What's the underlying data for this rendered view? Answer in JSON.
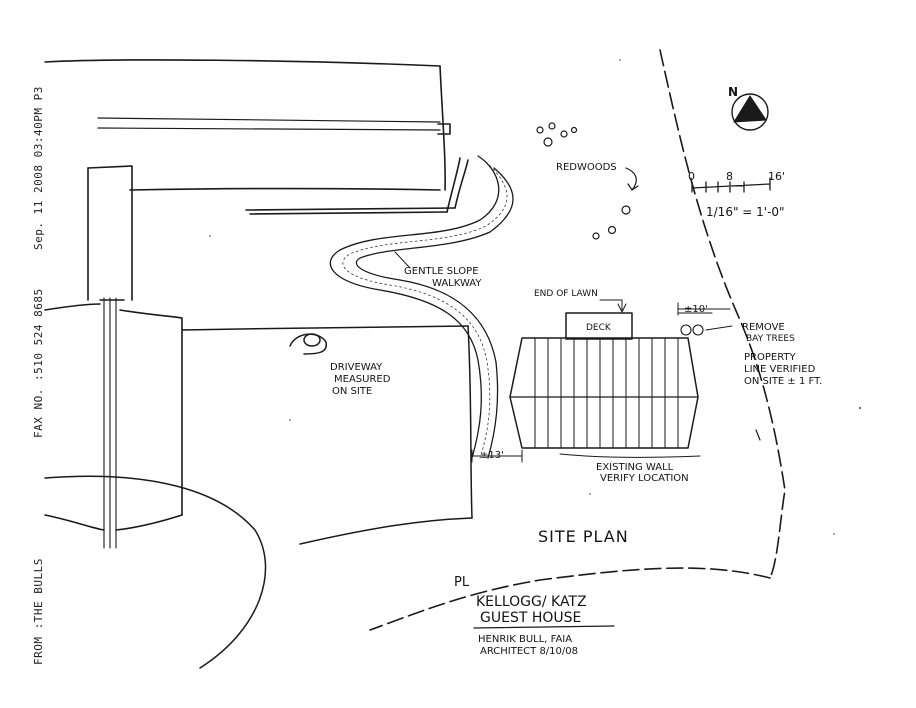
{
  "fax_header": {
    "date_line": "Sep. 11 2008 03:40PM P3",
    "fax_number": "FAX NO. :510 524 8685",
    "from": "FROM :THE BULLS"
  },
  "labels": {
    "redwoods": "REDWOODS",
    "gentle_slope_1": "GENTLE SLOPE",
    "gentle_slope_2": "WALKWAY",
    "end_of_lawn": "END OF LAWN",
    "deck": "DECK",
    "remove_1": "REMOVE",
    "remove_2": "BAY TREES",
    "property_1": "PROPERTY",
    "property_2": "LINE VERIFIED",
    "property_3": "ON SITE ± 1 FT.",
    "driveway_1": "DRIVEWAY",
    "driveway_2": "MEASURED",
    "driveway_3": "ON SITE",
    "existing_wall_1": "EXISTING WALL",
    "existing_wall_2": "VERIFY LOCATION",
    "dim_10": "±10'",
    "dim_13": "±13'",
    "site_plan": "SITE PLAN"
  },
  "scale_bar": {
    "ticks": [
      "0",
      "8",
      "16'"
    ],
    "ratio": "1/16\" = 1'-0\""
  },
  "north_arrow": {
    "letter": "N"
  },
  "title_block": {
    "project_1": "KELLOGG/ KATZ",
    "project_2": "GUEST HOUSE",
    "architect_1": "HENRIK BULL, FAIA",
    "architect_2": "ARCHITECT 8/10/08"
  },
  "property_line_marker": "PL"
}
